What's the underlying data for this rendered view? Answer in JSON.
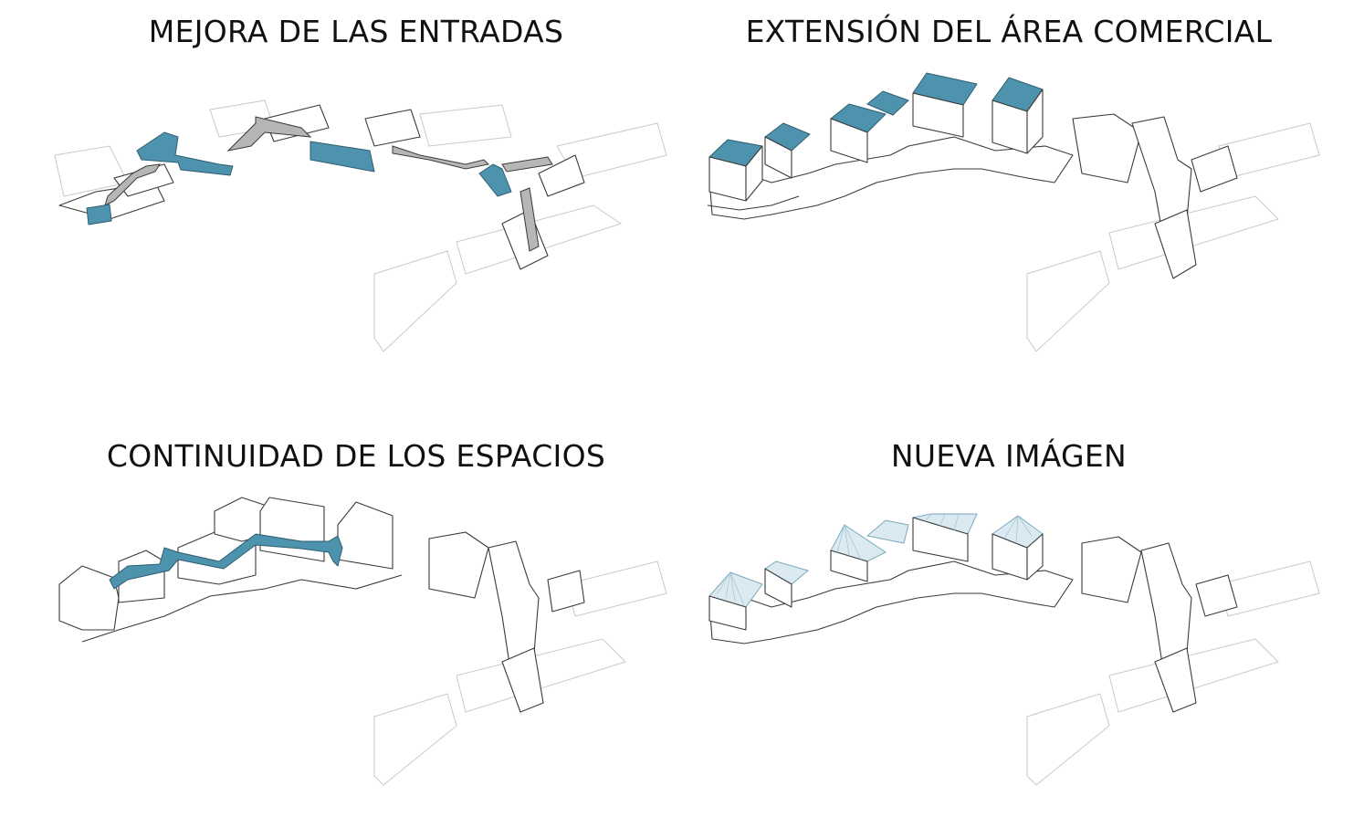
{
  "panels": [
    {
      "title": "MEJORA DE LAS ENTRADAS"
    },
    {
      "title": "EXTENSIÓN DEL ÁREA COMERCIAL"
    },
    {
      "title": "CONTINUIDAD DE LOS ESPACIOS"
    },
    {
      "title": "NUEVA IMÁGEN"
    }
  ],
  "colors": {
    "accent_blue": "#4e93ae",
    "roof_blue_light": "#dbe9f0",
    "building_outline": "#3a3a3a",
    "context_outline": "#c9c9c9",
    "walkway_gray": "#b6b6b6"
  }
}
